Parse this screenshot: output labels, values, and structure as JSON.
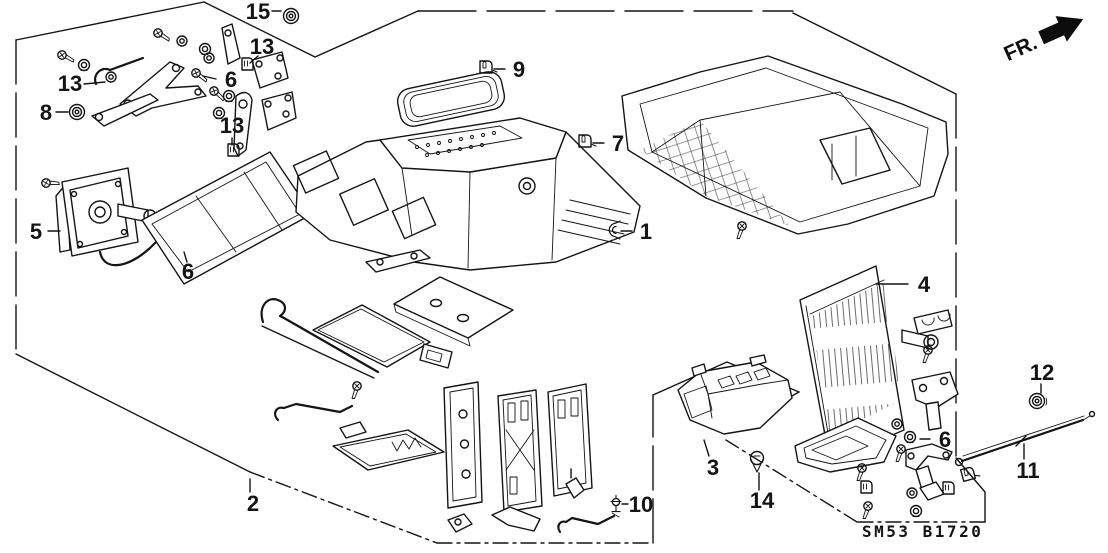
{
  "diagram": {
    "code": "SM53 B1720",
    "direction": "FR.",
    "line_color": "#141414",
    "background": "#ffffff",
    "callouts": [
      {
        "label": "15"
      },
      {
        "label": "13"
      },
      {
        "label": "6"
      },
      {
        "label": "13"
      },
      {
        "label": "8"
      },
      {
        "label": "13"
      },
      {
        "label": "5"
      },
      {
        "label": "6"
      },
      {
        "label": "9"
      },
      {
        "label": "7"
      },
      {
        "label": "1"
      },
      {
        "label": "4"
      },
      {
        "label": "12"
      },
      {
        "label": "6"
      },
      {
        "label": "11"
      },
      {
        "label": "3"
      },
      {
        "label": "14"
      },
      {
        "label": "10"
      },
      {
        "label": "2"
      }
    ]
  }
}
